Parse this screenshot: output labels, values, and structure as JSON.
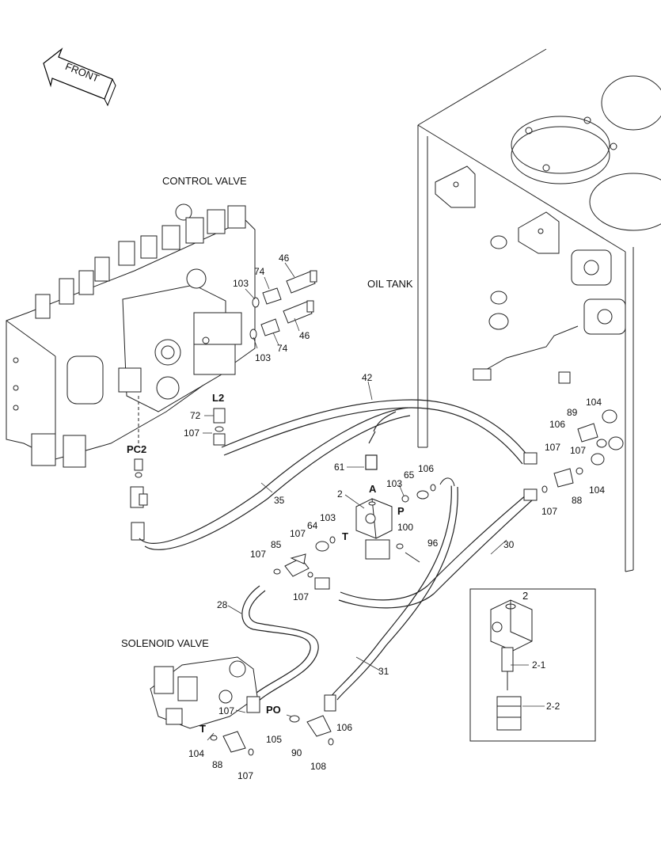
{
  "front_label": "FRONT",
  "titles": {
    "control_valve": "CONTROL VALVE",
    "oil_tank": "OIL TANK",
    "solenoid_valve": "SOLENOID VALVE"
  },
  "ports": {
    "l2": "L2",
    "pc2": "PC2",
    "a": "A",
    "p": "P",
    "t_center": "T",
    "t_solenoid": "T",
    "po": "PO"
  },
  "callouts": {
    "c46a": "46",
    "c74a": "74",
    "c103a": "103",
    "c46b": "46",
    "c74b": "74",
    "c103b": "103",
    "c42": "42",
    "c72": "72",
    "c107a": "107",
    "c35": "35",
    "c61": "61",
    "c2": "2",
    "c103c": "103",
    "c65": "65",
    "c106a": "106",
    "c89": "89",
    "c104a": "104",
    "c106b": "106",
    "c107b": "107",
    "c107c": "107",
    "c88a": "88",
    "c104b": "104",
    "c107d": "107",
    "c30": "30",
    "c103d": "103",
    "c64": "64",
    "c107e": "107",
    "c100": "100",
    "c96": "96",
    "c85": "85",
    "c107f": "107",
    "c107g": "107",
    "c28": "28",
    "c31": "31",
    "c107h": "107",
    "c105": "105",
    "c106c": "106",
    "c104c": "104",
    "c88b": "88",
    "c90": "90",
    "c108": "108",
    "c107i": "107"
  },
  "detail": {
    "title": "2",
    "part1": "2-1",
    "part2": "2-2"
  }
}
